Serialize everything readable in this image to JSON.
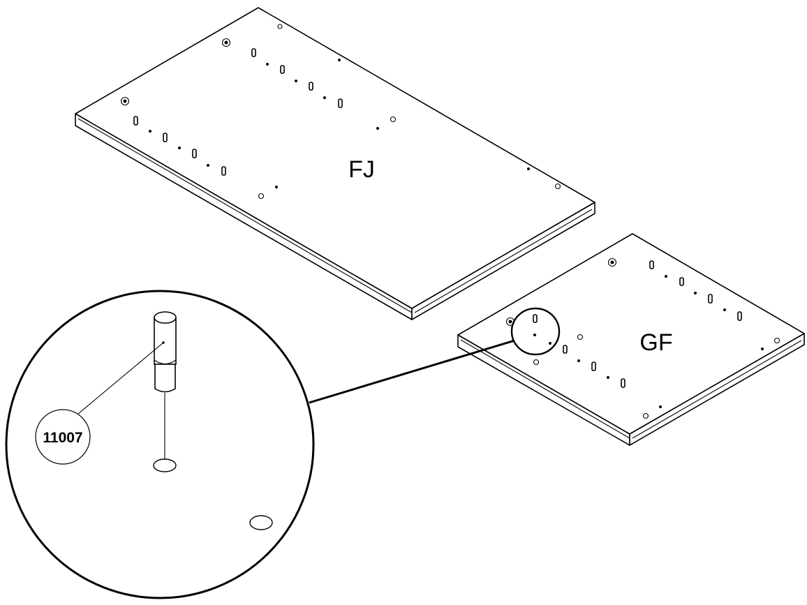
{
  "panels": [
    {
      "id": "fj",
      "label": "FJ"
    },
    {
      "id": "gf",
      "label": "GF"
    }
  ],
  "detail": {
    "part_number": "11007"
  }
}
